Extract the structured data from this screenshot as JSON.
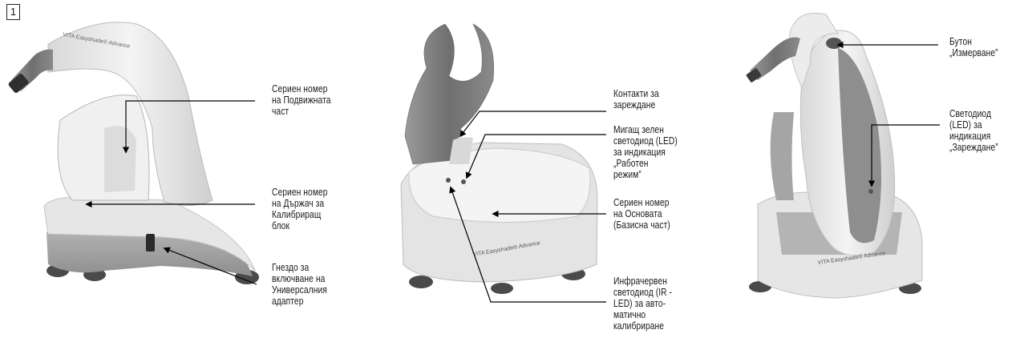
{
  "figure_number": "1",
  "brand_text": "VITA Easyshade® Advance",
  "labels": {
    "handpiece_serial": "Сериен номер\nна Подвижната\nчаст",
    "holder_serial": "Сериен номер\nна Държач за\nКалибриращ\nблок",
    "adapter_socket": "Гнездо за\nвключване на\nУниверсалния\nадаптер",
    "charge_contacts": "Контакти за\nзареждане",
    "green_led": "Мигащ зелен\nсветодиод (LED)\nза индикация\n„Работен\nрежим”",
    "base_serial": "Сериен номер\nна Основата\n(Базисна част)",
    "ir_led": "Инфрачервен\nсветодиод (IR -\nLED) за авто-\nматично\nкалибриране",
    "measure_button": "Бутон\n„Измерване”",
    "charge_led": "Светодиод\n(LED) за\nиндикация\n„Зареждане”"
  }
}
